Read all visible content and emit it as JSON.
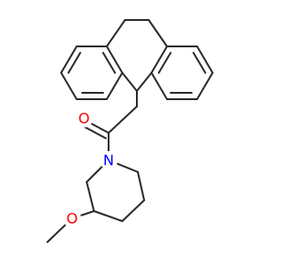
{
  "molecule": {
    "atoms": [
      {
        "id": "O_carbonyl",
        "label": "O",
        "color": "#ff0000"
      },
      {
        "id": "N_amide",
        "label": "N",
        "color": "#0000ff"
      },
      {
        "id": "O_methoxy",
        "label": "O",
        "color": "#ff0000"
      }
    ],
    "bond_color": "#2b2b2b"
  }
}
